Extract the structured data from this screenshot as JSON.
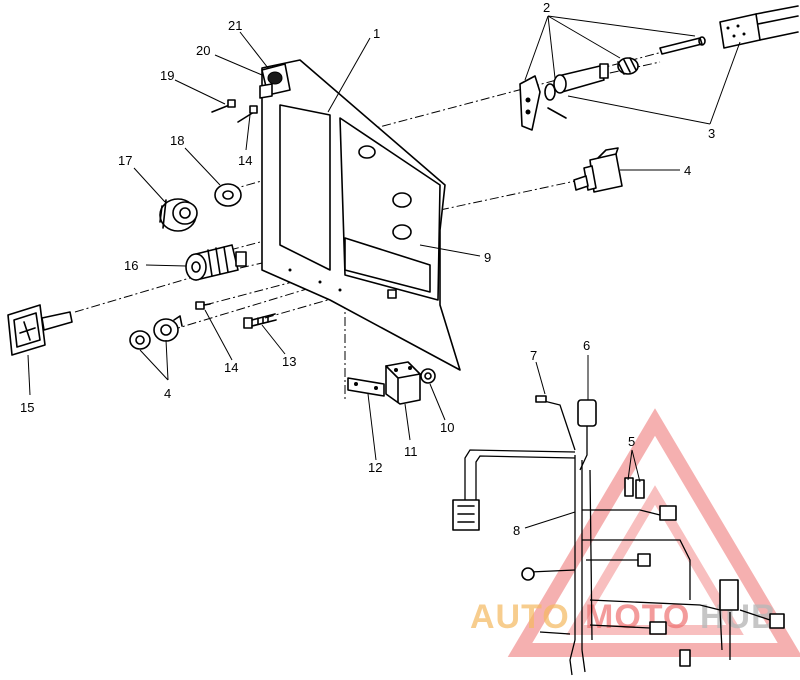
{
  "callouts": [
    {
      "id": "c1",
      "label": "1"
    },
    {
      "id": "c2",
      "label": "2"
    },
    {
      "id": "c3",
      "label": "3"
    },
    {
      "id": "c4a",
      "label": "4"
    },
    {
      "id": "c4b",
      "label": "4"
    },
    {
      "id": "c5",
      "label": "5"
    },
    {
      "id": "c6",
      "label": "6"
    },
    {
      "id": "c7",
      "label": "7"
    },
    {
      "id": "c8",
      "label": "8"
    },
    {
      "id": "c9",
      "label": "9"
    },
    {
      "id": "c10",
      "label": "10"
    },
    {
      "id": "c11",
      "label": "11"
    },
    {
      "id": "c12",
      "label": "12"
    },
    {
      "id": "c13",
      "label": "13"
    },
    {
      "id": "c14a",
      "label": "14"
    },
    {
      "id": "c14b",
      "label": "14"
    },
    {
      "id": "c15",
      "label": "15"
    },
    {
      "id": "c16",
      "label": "16"
    },
    {
      "id": "c17",
      "label": "17"
    },
    {
      "id": "c18",
      "label": "18"
    },
    {
      "id": "c19",
      "label": "19"
    },
    {
      "id": "c20",
      "label": "20"
    },
    {
      "id": "c21",
      "label": "21"
    }
  ],
  "watermark": {
    "part1": "AUTO",
    "part2": "MOTO",
    "part3": "HUB",
    "color_orange": "#f0a028",
    "color_red": "#e84040",
    "color_gray": "#a0a0a0"
  }
}
